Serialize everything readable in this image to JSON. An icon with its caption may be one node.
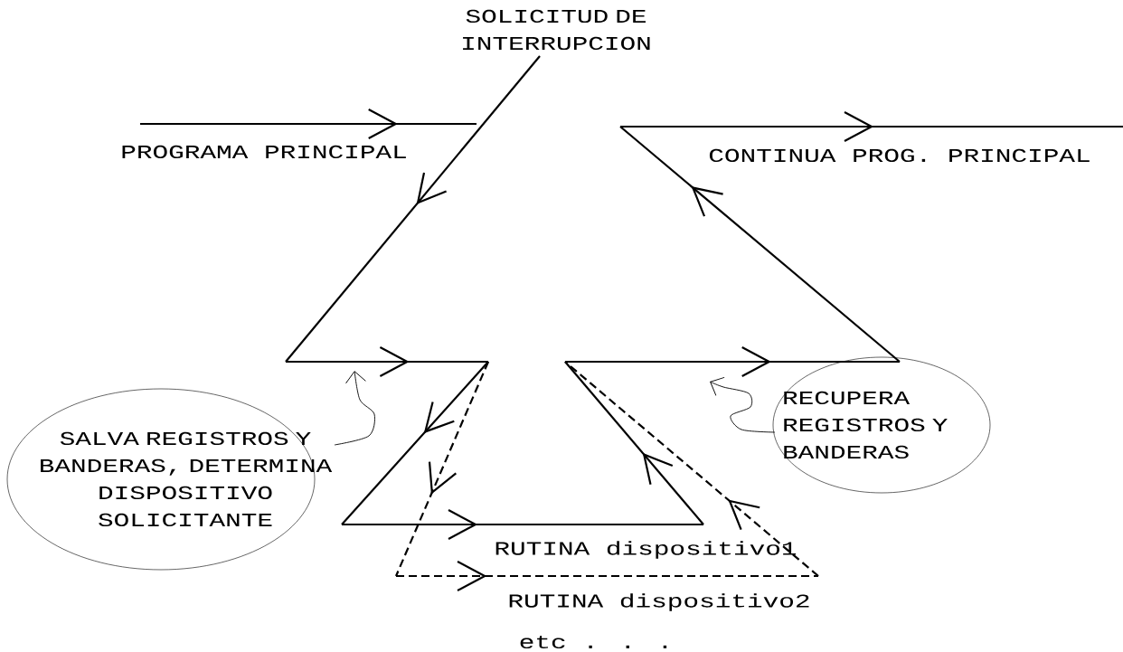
{
  "diagram": {
    "nodes": [
      {
        "text": [
          "SALVA REGISTROS Y BANDERAS, DETERMINA DISPOSITIVO SOLICITANTE"
        ]
      },
      {
        "text": [
          "RECUPERA REGISTROS Y BANDERAS"
        ]
      }
    ],
    "edges": [
      {
        "from": 0,
        "to": null,
        "arrow": "to"
      },
      {
        "from": 1,
        "to": null,
        "arrow": "to"
      }
    ],
    "labels": [
      "SOLICITUD DE INTERRUPCION",
      "PROGRAMA PRINCIPAL",
      "CONTINUA PROG. PRINCIPAL",
      "RUTINA dispositivo1",
      "RUTINA dispositivo2",
      "etc . . ."
    ]
  }
}
